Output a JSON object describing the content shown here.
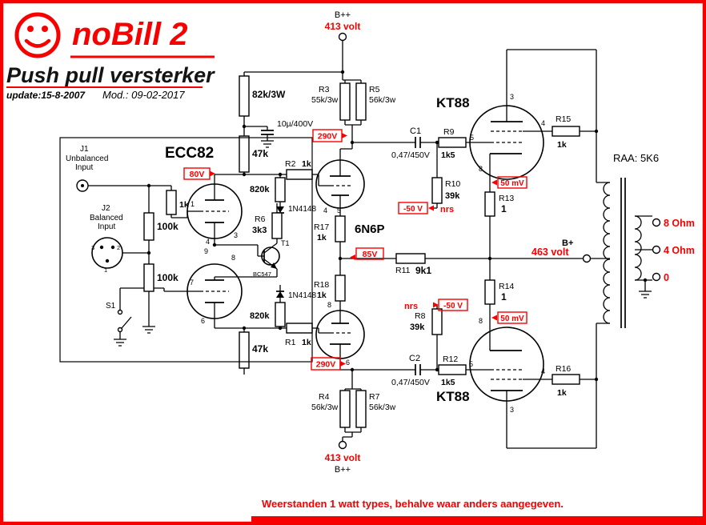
{
  "colors": {
    "accent": "#f70000",
    "ink": "#000000"
  },
  "header": {
    "logo": "noBill 2",
    "title": "Push pull versterker",
    "update": "update:15-8-2007",
    "mod": "Mod.: 09-02-2017"
  },
  "power": {
    "b_top": "B++",
    "v_top": "413 volt",
    "b_bot": "B++",
    "v_bot": "413 volt",
    "b_mid": "B+",
    "v_mid": "463 volt"
  },
  "tubes": {
    "ecc82": "ECC82",
    "n6p": "6N6P",
    "kt88_top": "KT88",
    "kt88_bot": "KT88"
  },
  "inputs": {
    "j1": "J1",
    "j1_line1": "Unbalanced",
    "j1_line2": "Input",
    "j2": "J2",
    "j2_line1": "Balanced",
    "j2_line2": "Input",
    "s1": "S1"
  },
  "labels": {
    "r82k": "82k/3W",
    "cap10u": "10µ/400V",
    "r3": "R3",
    "r3v": "55k/3w",
    "r5": "R5",
    "r5v": "56k/3w",
    "r4": "R4",
    "r4v": "56k/3w",
    "r7": "R7",
    "r7v": "56k/3w",
    "r47k_top": "47k",
    "r47k_bot": "47k",
    "r820k_top": "820k",
    "r820k_bot": "820k",
    "d_top": "1N4148",
    "d_bot": "1N4148",
    "r2": "R2",
    "r2v": "1k",
    "r1": "R1",
    "r1v": "1k",
    "r6": "R6",
    "r6v": "3k3",
    "t1": "T1",
    "t1_type": "BC547",
    "r17": "R17",
    "r17v": "1k",
    "r18": "R18",
    "r18v": "1k",
    "r11": "R11",
    "r11v": "9k1",
    "c1": "C1",
    "c1v": "0,47/450V",
    "c2": "C2",
    "c2v": "0,47/450V",
    "r9": "R9",
    "r9v": "1k5",
    "r12": "R12",
    "r12v": "1k5",
    "r10": "R10",
    "r10v": "39k",
    "r8": "R8",
    "r8v": "39k",
    "r13": "R13",
    "r13v": "1",
    "r14": "R14",
    "r14v": "1",
    "r15": "R15",
    "r15v": "1k",
    "r16": "R16",
    "r16v": "1k",
    "r100k_a": "100k",
    "r100k_b": "100k",
    "r1k_in": "1k"
  },
  "voltages": {
    "v80": "80V",
    "v290_top": "290V",
    "v290_bot": "290V",
    "v85": "85V",
    "vm50_top": "-50 V",
    "vm50_bot": "-50 V",
    "mv50_top": "50 mV",
    "mv50_bot": "50 mV",
    "nrs_top": "nrs",
    "nrs_bot": "nrs"
  },
  "output": {
    "raa": "RAA: 5K6",
    "o8": "8 Ohm",
    "o4": "4 Ohm",
    "o0": "0"
  },
  "pins": {
    "ecc82": [
      "1",
      "3",
      "4",
      "9",
      "8",
      "7",
      "6"
    ],
    "n6p": [
      "4",
      "5",
      "8",
      "6"
    ],
    "kt88_top": [
      "3",
      "4",
      "5",
      "8"
    ],
    "kt88_bot": [
      "8",
      "5",
      "4",
      "3"
    ],
    "xlr": [
      "3",
      "2",
      "1"
    ]
  },
  "footer": {
    "note": "Weerstanden 1 watt types, behalve waar anders aangegeven."
  }
}
